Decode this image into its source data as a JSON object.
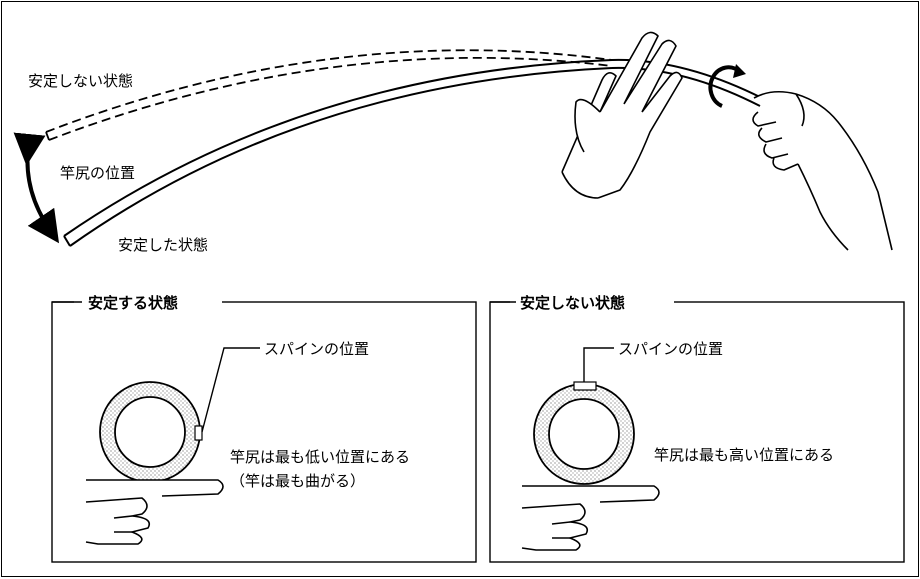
{
  "top": {
    "label_unstable": "安定しない状態",
    "label_butt_position": "竿尻の位置",
    "label_stable": "安定した状態"
  },
  "panel_stable": {
    "title": "安定する状態",
    "spine_label": "スパインの位置",
    "description_line1": "竿尻は最も低い位置にある",
    "description_line2": "（竿は最も曲がる）"
  },
  "panel_unstable": {
    "title": "安定しない状態",
    "spine_label": "スパインの位置",
    "description": "竿尻は最も高い位置にある"
  }
}
